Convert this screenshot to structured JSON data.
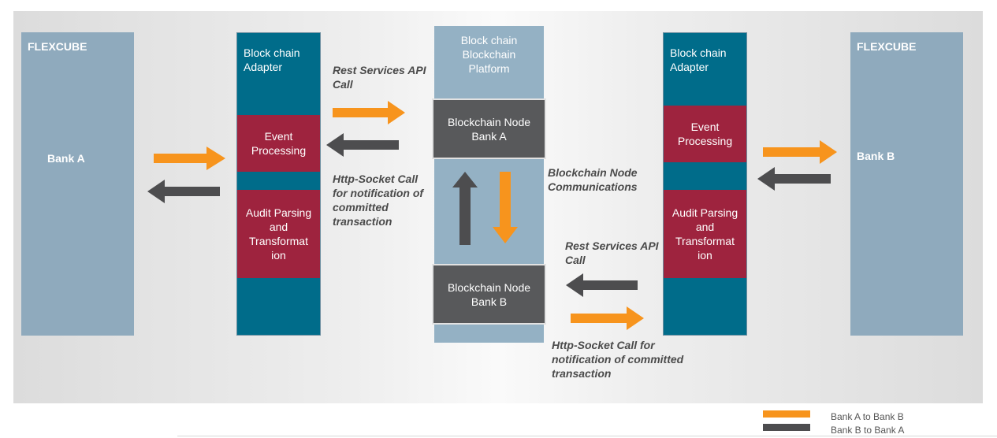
{
  "colors": {
    "flexcube": "#8faabd",
    "adapter": "#006c8a",
    "processing": "#9e233e",
    "platform": "#94b1c4",
    "node": "#58595b",
    "a_to_b": "#f7941d",
    "b_to_a": "#4d4d4f"
  },
  "left": {
    "flexcube_title": "FLEXCUBE",
    "bank": "Bank A",
    "adapter": "Block chain Adapter",
    "event_processing": "Event Processing",
    "audit": "Audit Parsing and Transformat ion"
  },
  "center": {
    "platform": "Block chain Blockchain Platform",
    "node_a": "Blockchain Node Bank A",
    "node_b": "Blockchain Node Bank B"
  },
  "right": {
    "flexcube_title": "FLEXCUBE",
    "bank": "Bank B",
    "adapter": "Block chain Adapter",
    "event_processing": "Event Processing",
    "audit": "Audit Parsing and Transformat ion"
  },
  "annotations": {
    "rest_left": "Rest Services API Call",
    "http_left": "Http-Socket Call for notification of committed transaction",
    "node_comm": "Blockchain Node Communications",
    "rest_right": "Rest Services API Call",
    "http_right": "Http-Socket Call for notification of committed transaction"
  },
  "legend": {
    "a_to_b": "Bank A to Bank  B",
    "b_to_a": "Bank B to Bank A"
  }
}
